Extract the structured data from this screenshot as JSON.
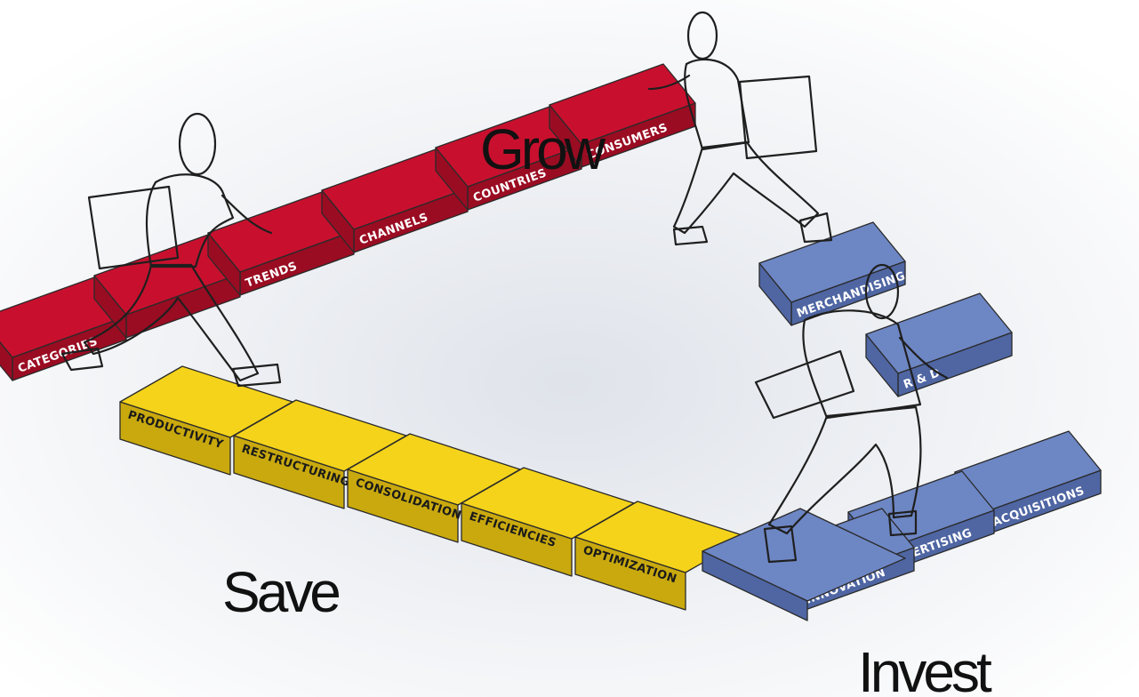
{
  "labels": {
    "grow": "Grow",
    "save": "Save",
    "invest": "Invest"
  },
  "red_steps": [
    {
      "label": "CATEGORIES"
    },
    {
      "label": ""
    },
    {
      "label": "TRENDS"
    },
    {
      "label": "CHANNELS"
    },
    {
      "label": "COUNTRIES"
    },
    {
      "label": "CONSUMERS"
    }
  ],
  "yellow_steps": [
    {
      "label": "PRODUCTIVITY"
    },
    {
      "label": "RESTRUCTURING"
    },
    {
      "label": "CONSOLIDATION"
    },
    {
      "label": "EFFICIENCIES"
    },
    {
      "label": "OPTIMIZATION"
    }
  ],
  "blue_steps": [
    {
      "label": "INNOVATION"
    },
    {
      "label": "ADVERTISING"
    },
    {
      "label": "ACQUISITIONS"
    },
    {
      "label": "R & D"
    },
    {
      "label": "MERCHANDISING"
    }
  ],
  "colors": {
    "red": "#c8102e",
    "red_side": "#9a0c22",
    "yellow": "#f4d31a",
    "yellow_side": "#c9a90e",
    "blue": "#6d86c4",
    "blue_side": "#4f66a3",
    "person_green": "#3f9a4a",
    "person_orange": "#e06a1e",
    "person_tan": "#b08a5a",
    "pants_khaki": "#c2a478",
    "box_yellow": "#f2d21b",
    "box_red": "#c8102e"
  }
}
